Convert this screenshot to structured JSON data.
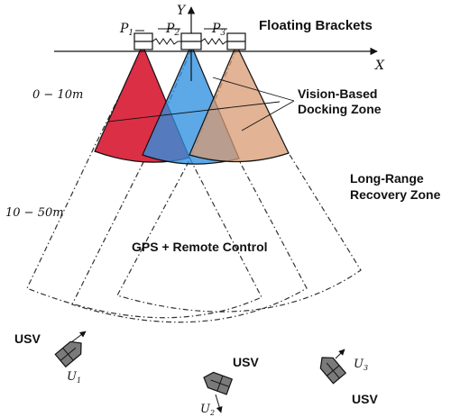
{
  "labels": {
    "floating_brackets": "Floating Brackets",
    "vision_zone_line1": "Vision-Based",
    "vision_zone_line2": "Docking Zone",
    "long_range_line1": "Long-Range",
    "long_range_line2": "Recovery Zone",
    "gps": "GPS + Remote Control",
    "range_near": "0 − 10m",
    "range_far": "10 − 50m"
  },
  "axes": {
    "x": "X",
    "y": "Y"
  },
  "brackets": [
    "P1",
    "P2",
    "P3"
  ],
  "usvs": [
    {
      "label": "USV",
      "symbol": "U1"
    },
    {
      "label": "USV",
      "symbol": "U2"
    },
    {
      "label": "USV",
      "symbol": "U3"
    }
  ],
  "colors": {
    "sector_red": "#d9243c",
    "sector_blue": "#2f8fe0",
    "sector_tan": "#d89a72",
    "usv_fill": "#7a7a7a"
  }
}
